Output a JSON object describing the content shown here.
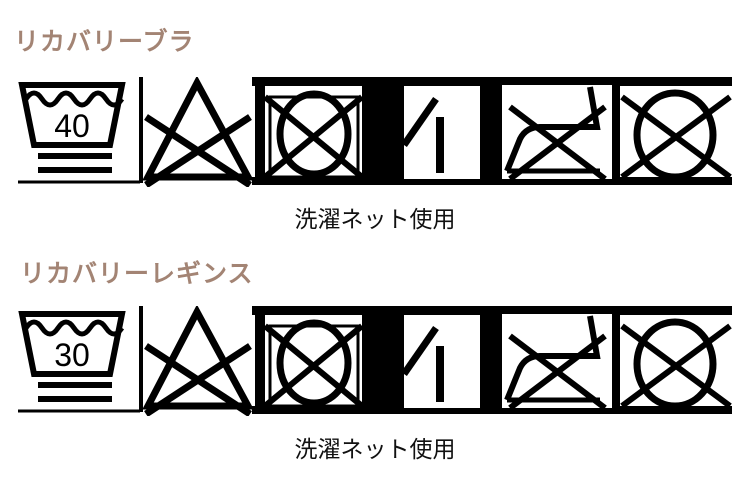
{
  "sections": [
    {
      "title": "リカバリーブラ",
      "wash_temp": "40",
      "note": "洗濯ネット使用"
    },
    {
      "title": "リカバリーレギンス",
      "wash_temp": "30",
      "note": "洗濯ネット使用"
    }
  ],
  "icons": [
    "wash-tub-icon",
    "no-bleach-icon",
    "no-tumble-dry-icon",
    "line-dry-shade-icon",
    "no-iron-icon",
    "no-dry-clean-icon"
  ],
  "colors": {
    "title": "#a38474",
    "symbol": "#000000"
  }
}
